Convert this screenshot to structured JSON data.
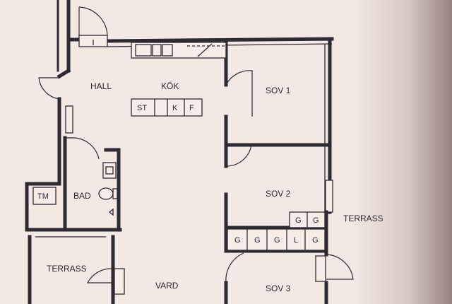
{
  "rooms": {
    "hall": "HALL",
    "kok": "KÖK",
    "sov1": "SOV 1",
    "sov2": "SOV 2",
    "sov3": "SOV 3",
    "bad": "BAD",
    "vard": "VARD",
    "terrass_right": "TERRASS",
    "terrass_left": "TERRASS"
  },
  "fixtures": {
    "stove": "ST",
    "kitchen_k": "K",
    "kitchen_f": "F",
    "tm": "TM",
    "closets_upper": [
      "G",
      "G"
    ],
    "closets_lower": [
      "G",
      "G",
      "G",
      "L",
      "G"
    ]
  }
}
